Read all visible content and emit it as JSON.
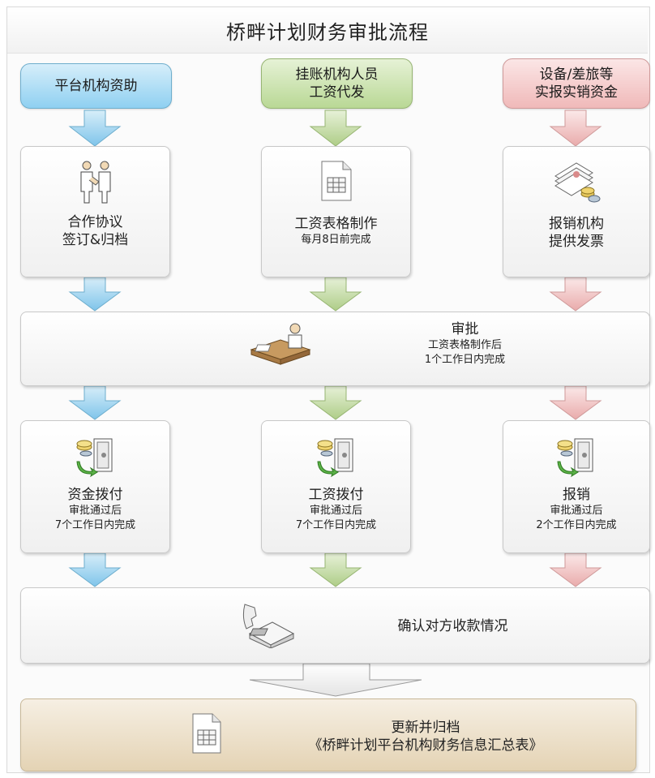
{
  "title": "桥畔计划财务审批流程",
  "sources": [
    {
      "line1": "平台机构资助",
      "line2": ""
    },
    {
      "line1": "挂账机构人员",
      "line2": "工资代发"
    },
    {
      "line1": "设备/差旅等",
      "line2": "实报实销资金"
    }
  ],
  "step1": [
    {
      "main1": "合作协议",
      "main2": "签订&归档",
      "sub": ""
    },
    {
      "main1": "工资表格制作",
      "main2": "",
      "sub": "每月8日前完成"
    },
    {
      "main1": "报销机构",
      "main2": "提供发票",
      "sub": ""
    }
  ],
  "approval": {
    "main": "审批",
    "sub1": "工资表格制作后",
    "sub2": "1个工作日内完成"
  },
  "step3": [
    {
      "main": "资金拨付",
      "sub1": "审批通过后",
      "sub2": "7个工作日内完成"
    },
    {
      "main": "工资拨付",
      "sub1": "审批通过后",
      "sub2": "7个工作日内完成"
    },
    {
      "main": "报销",
      "sub1": "审批通过后",
      "sub2": "2个工作日内完成"
    }
  ],
  "confirm": {
    "main": "确认对方收款情况"
  },
  "final": {
    "line1": "更新并归档",
    "line2": "《桥畔计划平台机构财务信息汇总表》"
  },
  "colors": {
    "blue": "#8fd0f1",
    "green": "#b9d895",
    "red": "#f0b9b9"
  },
  "icons": {
    "step1": [
      "handshake-icon",
      "spreadsheet-icon",
      "invoice-stack-icon"
    ],
    "approval": "desk-worker-icon",
    "step3": [
      "money-transfer-icon",
      "money-transfer-icon",
      "money-transfer-icon"
    ],
    "confirm": "telephone-icon",
    "final": "spreadsheet-icon"
  }
}
